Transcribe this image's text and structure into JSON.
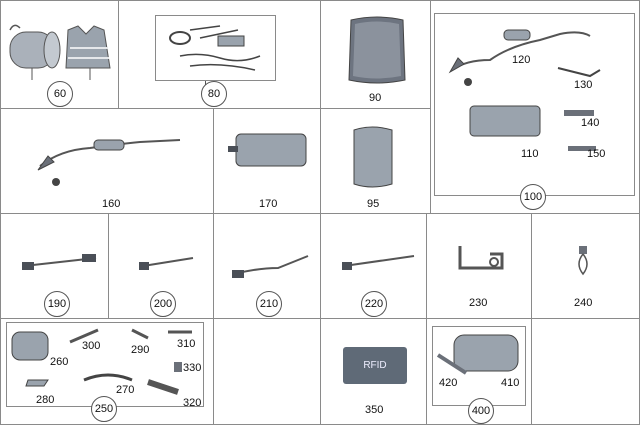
{
  "cells": {
    "c60": {
      "circle": "60"
    },
    "c80": {
      "circle": "80"
    },
    "c90": {
      "label": "90"
    },
    "c100": {
      "circle": "100",
      "parts": {
        "p120": "120",
        "p130": "130",
        "p140": "140",
        "p110": "110",
        "p150": "150"
      }
    },
    "c160": {
      "label": "160"
    },
    "c170": {
      "label": "170"
    },
    "c95": {
      "label": "95"
    },
    "c190": {
      "circle": "190"
    },
    "c200": {
      "circle": "200"
    },
    "c210": {
      "circle": "210"
    },
    "c220": {
      "circle": "220"
    },
    "c230": {
      "label": "230"
    },
    "c240": {
      "label": "240"
    },
    "c250": {
      "circle": "250",
      "parts": {
        "p260": "260",
        "p300": "300",
        "p290": "290",
        "p310": "310",
        "p330": "330",
        "p270": "270",
        "p280": "280",
        "p320": "320"
      }
    },
    "c350": {
      "label": "350",
      "badge": "RFID"
    },
    "c400": {
      "circle": "400",
      "parts": {
        "p420": "420",
        "p410": "410"
      }
    }
  },
  "colors": {
    "grid": "#8a8a8a",
    "part_fill": "#9aa3ad",
    "part_dark": "#4a4f57",
    "cable": "#6b7079"
  },
  "icons": [
    "first-aid-bag-icon",
    "safety-vest-icon",
    "cable-kit-icon",
    "wallbox-icon",
    "charging-cable-icon",
    "adapter-cable-icon",
    "control-box-icon",
    "wall-bracket-icon",
    "connector-plug-icon",
    "cable-bag-icon",
    "jack-icon",
    "gloves-icon",
    "tools-icon",
    "rfid-card-icon",
    "case-icon"
  ]
}
